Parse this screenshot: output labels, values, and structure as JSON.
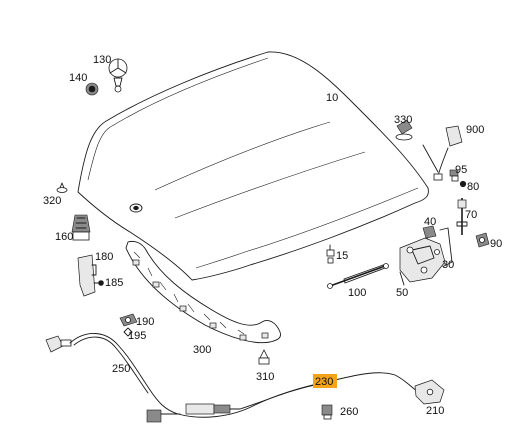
{
  "highlight_color": "#f5a31a",
  "parts": [
    {
      "id": "p10",
      "label": "10"
    },
    {
      "id": "p15",
      "label": "15"
    },
    {
      "id": "p30",
      "label": "30"
    },
    {
      "id": "p40",
      "label": "40"
    },
    {
      "id": "p50",
      "label": "50"
    },
    {
      "id": "p70",
      "label": "70"
    },
    {
      "id": "p80",
      "label": "80"
    },
    {
      "id": "p90",
      "label": "90"
    },
    {
      "id": "p95",
      "label": "95"
    },
    {
      "id": "p100",
      "label": "100"
    },
    {
      "id": "p130",
      "label": "130"
    },
    {
      "id": "p140",
      "label": "140"
    },
    {
      "id": "p160",
      "label": "160"
    },
    {
      "id": "p180",
      "label": "180"
    },
    {
      "id": "p185",
      "label": "185"
    },
    {
      "id": "p190",
      "label": "190"
    },
    {
      "id": "p195",
      "label": "195"
    },
    {
      "id": "p210",
      "label": "210"
    },
    {
      "id": "p230",
      "label": "230",
      "highlighted": true
    },
    {
      "id": "p250",
      "label": "250"
    },
    {
      "id": "p260",
      "label": "260"
    },
    {
      "id": "p300",
      "label": "300"
    },
    {
      "id": "p310",
      "label": "310"
    },
    {
      "id": "p320",
      "label": "320"
    },
    {
      "id": "p330",
      "label": "330"
    },
    {
      "id": "p900",
      "label": "900"
    }
  ]
}
